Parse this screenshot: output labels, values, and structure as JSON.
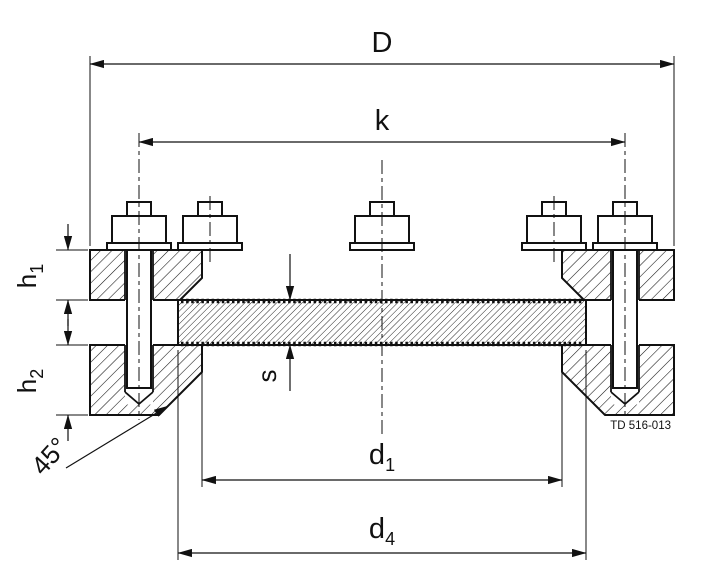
{
  "drawing": {
    "title_code": "TD 516-013",
    "labels": {
      "D": "D",
      "k": "k",
      "h1_base": "h",
      "h1_sub": "1",
      "h2_base": "h",
      "h2_sub": "2",
      "s": "s",
      "chamfer_angle": "45°",
      "d1_base": "d",
      "d1_sub": "1",
      "d4_base": "d",
      "d4_sub": "4"
    },
    "colors": {
      "ink": "#111111",
      "background": "#ffffff"
    }
  }
}
